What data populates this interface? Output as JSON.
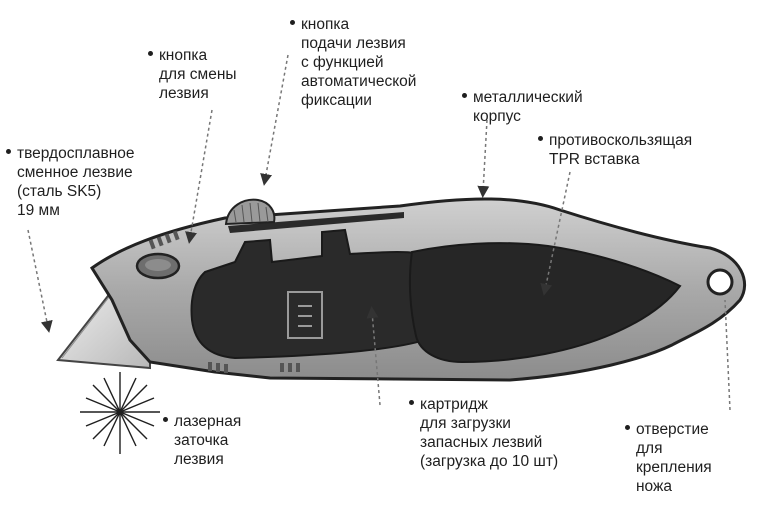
{
  "labels": {
    "blade_change_button": [
      "кнопка",
      "для смены",
      "лезвия"
    ],
    "feed_button": [
      "кнопка",
      "подачи лезвия",
      "с функцией",
      "автоматической",
      "фиксации"
    ],
    "metal_body": [
      "металлический",
      "корпус"
    ],
    "tpr_insert": [
      "противоскользящая",
      "TPR вставка"
    ],
    "carbide_blade": [
      "твердосплавное",
      "сменное лезвие",
      "(сталь SK5)",
      "19 мм"
    ],
    "laser_sharpening": [
      "лазерная",
      "заточка",
      "лезвия"
    ],
    "cartridge": [
      "картридж",
      "для загрузки",
      "запасных лезвий",
      "(загрузка до 10 шт)"
    ],
    "hanging_hole": [
      "отверстие",
      "для",
      "крепления",
      "ножа"
    ]
  },
  "colors": {
    "text": "#1f1f1f",
    "body_metal": "#a9a9a9",
    "body_outline": "#222222",
    "tpr_insert": "#262626",
    "blade": "#d4d4d4",
    "leader_line": "#777777"
  }
}
